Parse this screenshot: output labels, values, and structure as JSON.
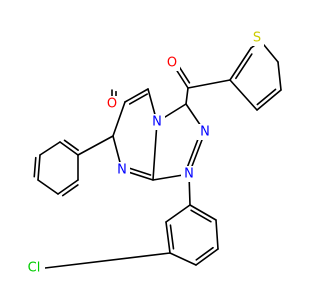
{
  "colors": {
    "bond": "#000000",
    "N": "#0000FF",
    "O": "#FF0000",
    "S": "#CCCC00",
    "Cl": "#00CC00",
    "background": "#FFFFFF"
  },
  "atoms": {
    "o_carbonyl": "O",
    "o_ketone": "O",
    "s_thiophene": "S",
    "n_bridgehead": "N",
    "n_triazole_right": "N",
    "n_pyrimidine": "N",
    "n_aryl": "N",
    "cl_substituent": "Cl"
  }
}
